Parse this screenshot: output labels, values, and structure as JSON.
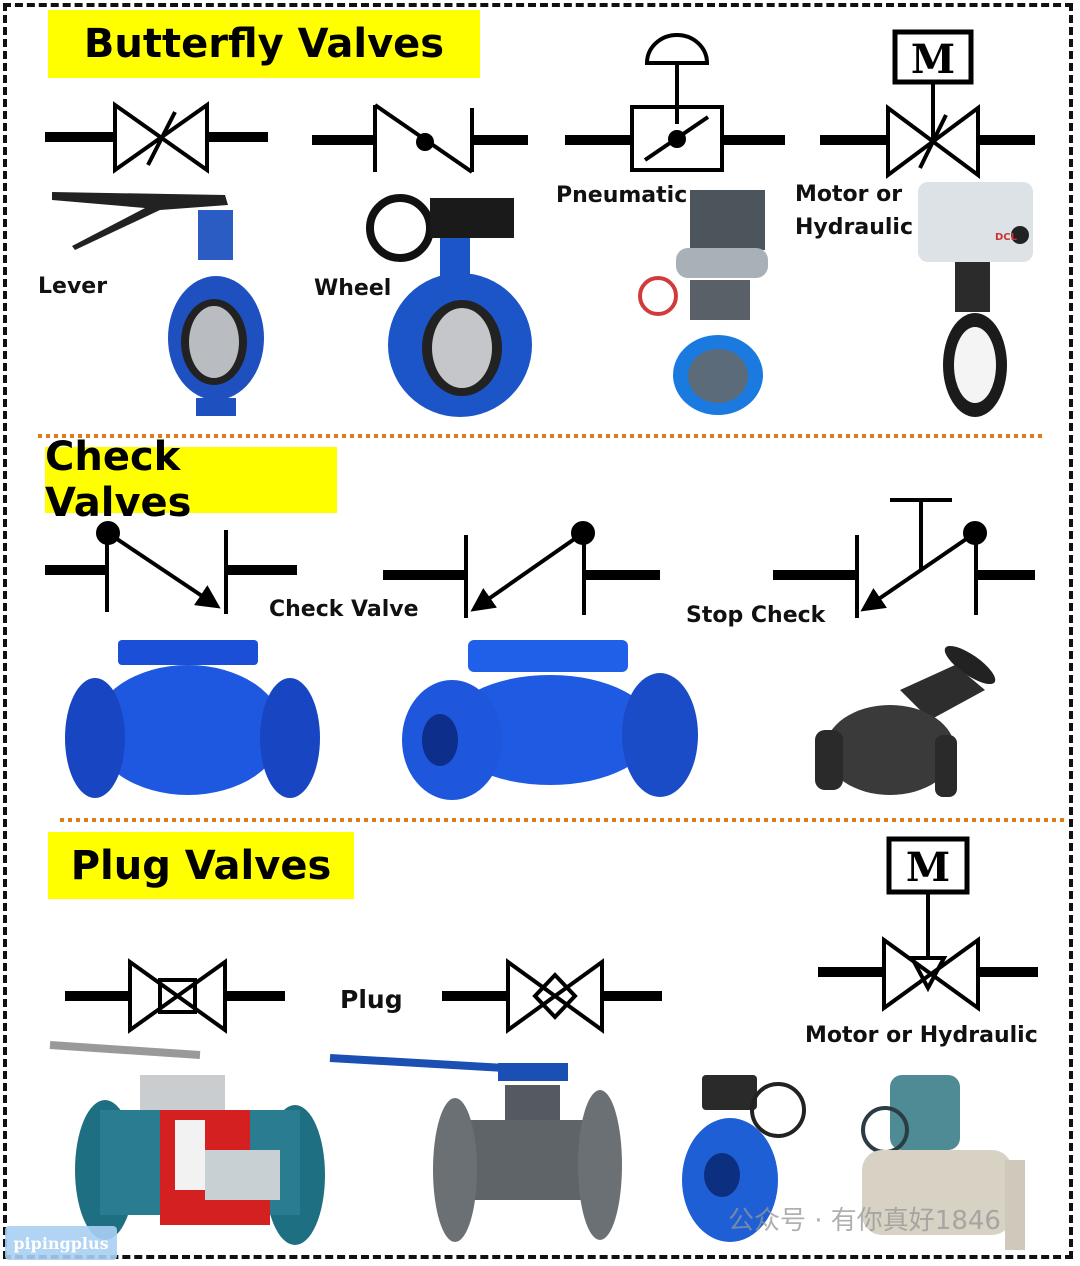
{
  "sections": {
    "butterfly": {
      "title": "Butterfly Valves",
      "labels": {
        "lever": "Lever",
        "wheel": "Wheel",
        "pneumatic": "Pneumatic",
        "motor_line1": "Motor or",
        "motor_line2": "Hydraulic"
      },
      "motor_symbol": "M"
    },
    "check": {
      "title": "Check Valves",
      "labels": {
        "check_valve": "Check Valve",
        "stop_check": "Stop Check"
      }
    },
    "plug": {
      "title": "Plug Valves",
      "labels": {
        "plug": "Plug",
        "motor": "Motor or Hydraulic"
      },
      "motor_symbol": "M"
    }
  },
  "watermark": {
    "logo": "pipingplus",
    "text": "公众号 · 有你真好1846"
  },
  "colors": {
    "title_bg": "#ffff00",
    "divider": "#e07b1a",
    "valve_blue": "#1f5fd6"
  }
}
